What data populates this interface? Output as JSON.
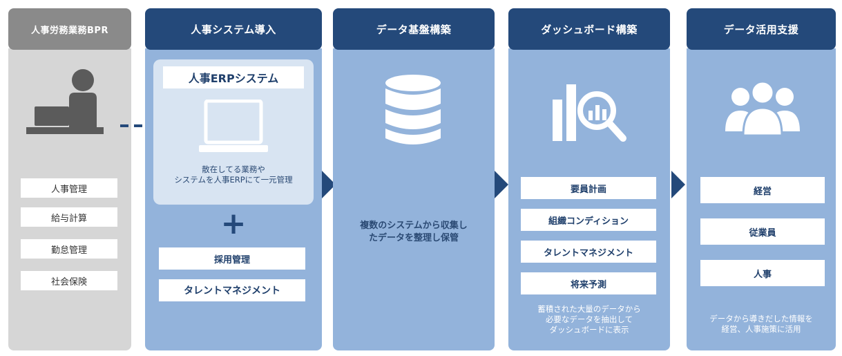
{
  "colors": {
    "dark_blue": "#24497a",
    "light_blue": "#93b3db",
    "pale_blue": "#d8e4f2",
    "gray_dark": "#8a8a8a",
    "gray_light": "#d6d6d6"
  },
  "col1": {
    "title": "人事労務業務BPR",
    "icon": "person-at-laptop-icon",
    "items": [
      "人事管理",
      "給与計算",
      "勤怠管理",
      "社会保険"
    ]
  },
  "col2": {
    "title": "人事システム導入",
    "erp_title": "人事ERPシステム",
    "icon": "monitor-icon",
    "caption_line1": "散在してる業務や",
    "caption_line2": "システムを人事ERPにて一元管理",
    "plus": "+",
    "items": [
      "採用管理",
      "タレントマネジメント"
    ]
  },
  "col3": {
    "title": "データ基盤構築",
    "icon": "database-icon",
    "caption_line1": "複数のシステムから収集し",
    "caption_line2": "たデータを整理し保管"
  },
  "col4": {
    "title": "ダッシュボード構築",
    "icon": "chart-search-icon",
    "items": [
      "要員計画",
      "組織コンディション",
      "タレントマネジメント",
      "将来予測"
    ],
    "caption_line1": "蓄積された大量のデータから",
    "caption_line2": "必要なデータを抽出して",
    "caption_line3": "ダッシュボードに表示"
  },
  "col5": {
    "title": "データ活用支援",
    "icon": "users-group-icon",
    "items": [
      "経営",
      "従業員",
      "人事"
    ],
    "caption_line1": "データから導きだした情報を",
    "caption_line2": "経営、人事施策に活用"
  }
}
